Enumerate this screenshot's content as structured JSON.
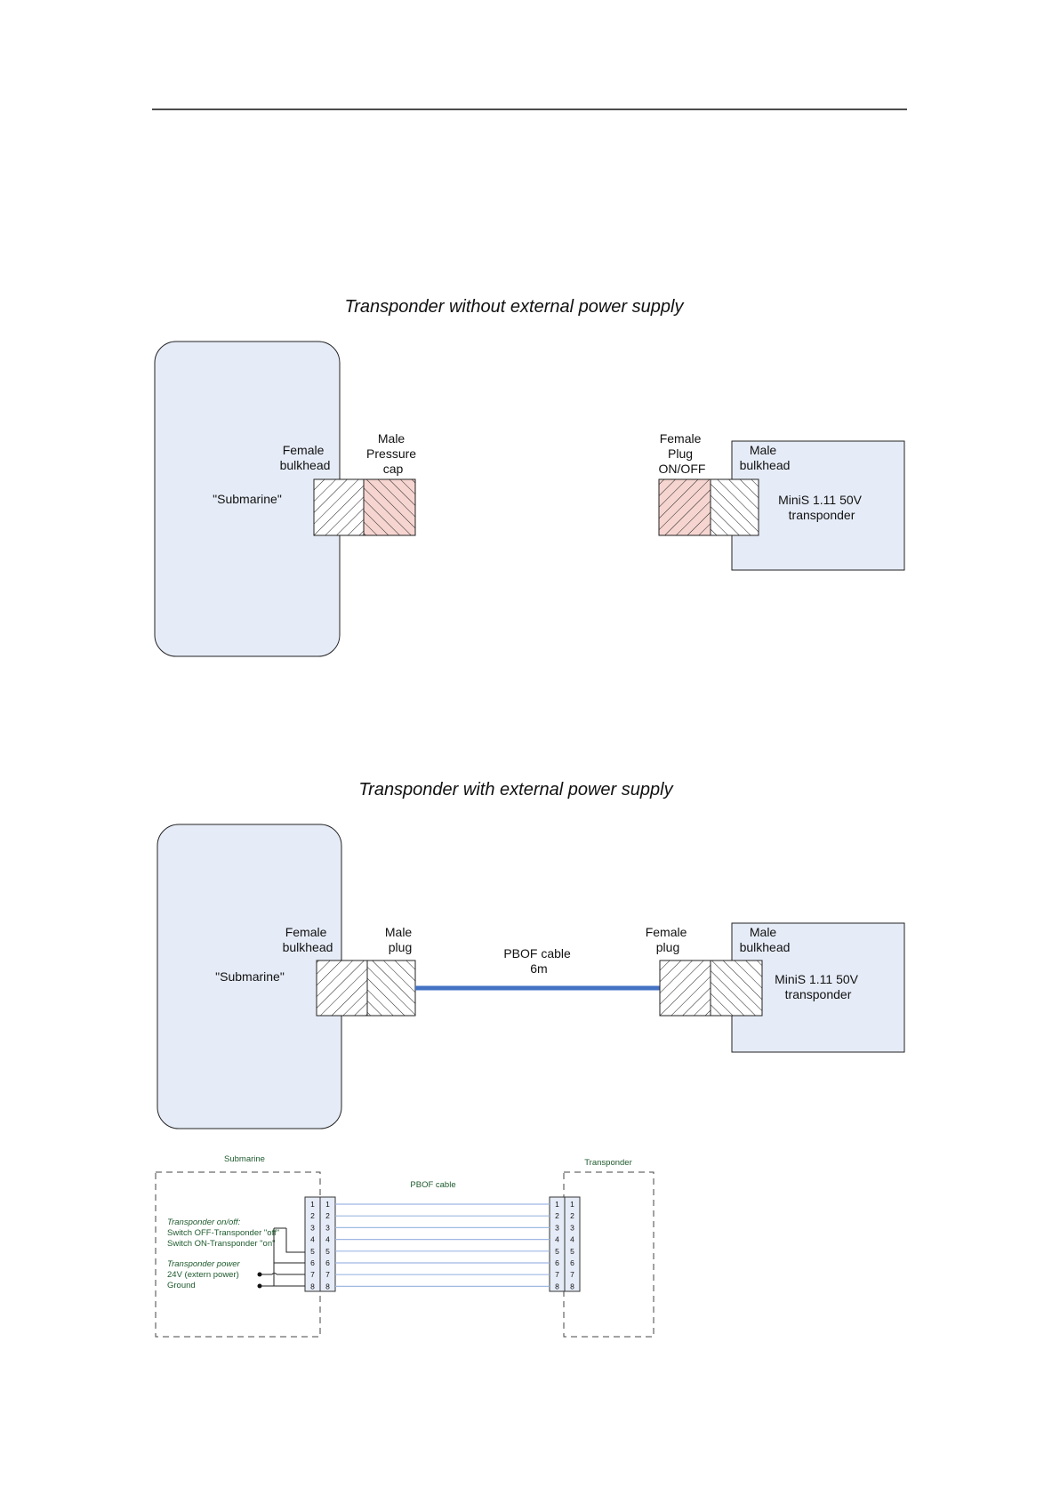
{
  "diagram1": {
    "title": "Transponder without external power supply",
    "submarine": "\"Submarine\"",
    "left_connector": [
      "Female",
      "bulkhead"
    ],
    "left_cap": [
      "Male",
      "Pressure",
      "cap"
    ],
    "right_plug": [
      "Female",
      "Plug",
      "ON/OFF"
    ],
    "right_connector": [
      "Male",
      "bulkhead"
    ],
    "transponder": [
      "MiniS 1.11 50V",
      "transponder"
    ]
  },
  "diagram2": {
    "title": "Transponder with external power supply",
    "submarine": "\"Submarine\"",
    "left_connector": [
      "Female",
      "bulkhead"
    ],
    "left_plug": [
      "Male",
      "plug"
    ],
    "cable": [
      "PBOF cable",
      "6m"
    ],
    "right_plug": [
      "Female",
      "plug"
    ],
    "right_connector": [
      "Male",
      "bulkhead"
    ],
    "transponder": [
      "MiniS 1.11 50V",
      "transponder"
    ]
  },
  "wiring": {
    "submarine_label": "Submarine",
    "transponder_label": "Transponder",
    "cable_label": "PBOF cable",
    "pins": [
      "1",
      "2",
      "3",
      "4",
      "5",
      "6",
      "7",
      "8"
    ],
    "notes": {
      "onoff_heading": "Transponder on/off:",
      "switch_off": "Switch OFF-Transponder \"off\"",
      "switch_on": "Switch ON-Transponder \"on\"",
      "power_heading": "Transponder power",
      "power": "24V (extern power)",
      "ground": "Ground"
    }
  },
  "colors": {
    "submarine_fill": "#e6ecf7",
    "cap_fill": "#f6d5d0",
    "cable": "#4472c4",
    "wire": "#9fb8e3",
    "note_text": "#1e5a2d"
  }
}
